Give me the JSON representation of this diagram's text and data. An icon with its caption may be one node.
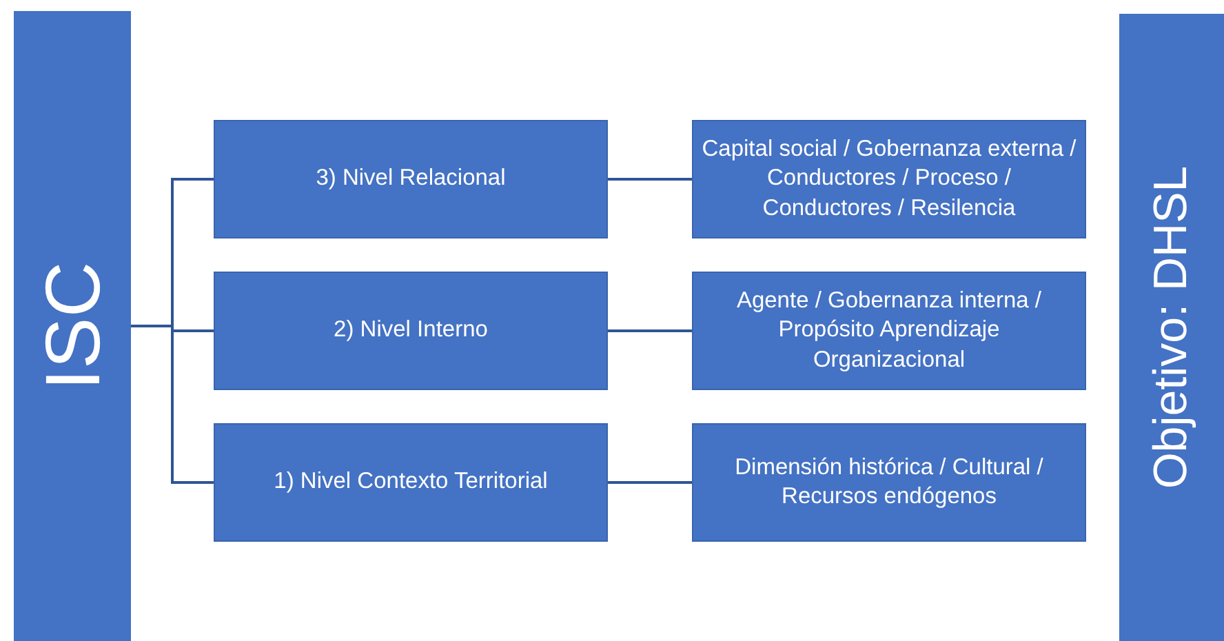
{
  "diagram": {
    "nodes": [
      {
        "text": [
          "ISC"
        ]
      },
      {
        "text": [
          "Objetivo: DHSL"
        ]
      },
      {
        "text": [
          "3) Nivel Relacional"
        ]
      },
      {
        "text": [
          "Capital social / Gobernanza externa / Conductores / Proceso / Conductores / Resilencia"
        ]
      },
      {
        "text": [
          "2) Nivel Interno"
        ]
      },
      {
        "text": [
          "Agente / Gobernanza interna / Propósito Aprendizaje Organizacional"
        ]
      },
      {
        "text": [
          "1) Nivel Contexto Territorial"
        ]
      },
      {
        "text": [
          "Dimensión histórica / Cultural / Recursos endógenos"
        ]
      }
    ],
    "edges": [
      {
        "from": 0,
        "to": 2,
        "arrow": "none"
      },
      {
        "from": 0,
        "to": 4,
        "arrow": "none"
      },
      {
        "from": 0,
        "to": 6,
        "arrow": "none"
      },
      {
        "from": 2,
        "to": 3,
        "arrow": "none"
      },
      {
        "from": 4,
        "to": 5,
        "arrow": "none"
      },
      {
        "from": 6,
        "to": 7,
        "arrow": "none"
      }
    ]
  }
}
